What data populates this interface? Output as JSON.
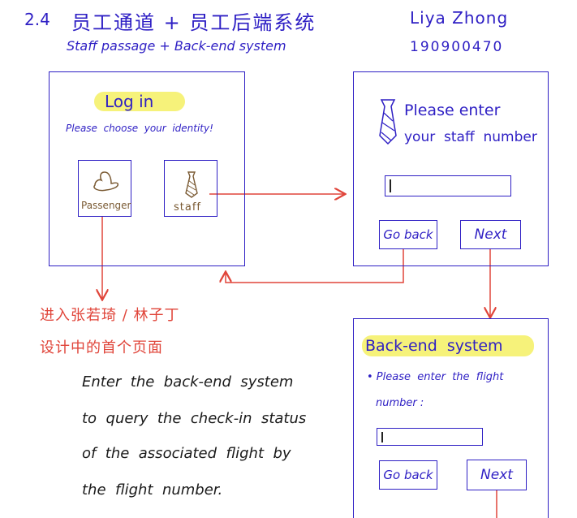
{
  "header": {
    "section": "2.4",
    "title_cn": "员工通道 + 员工后端系统",
    "title_en": "Staff passage +  Back-end system",
    "author": "Liya Zhong",
    "student_id": "190900470"
  },
  "login": {
    "title": "Log  in",
    "prompt": "Please  choose  your  identity!",
    "passenger_label": "Passenger",
    "staff_label": "staff"
  },
  "staff_number": {
    "prompt_line1": "Please  enter",
    "prompt_line2": "your  staff  number",
    "input_value": "|",
    "back_label": "Go  back",
    "next_label": "Next"
  },
  "backend": {
    "title": "Back-end  system",
    "prompt_line1": "• Please  enter  the  flight",
    "prompt_line2": "number :",
    "input_value": "|",
    "back_label": "Go  back",
    "next_label": "Next"
  },
  "notes": {
    "cn_line1": "进入张若琦 / 林子丁",
    "cn_line2": "设计中的首个页面",
    "en_line1": "Enter  the  back-end  system",
    "en_line2": "to  query  the  check-in  status",
    "en_line3": "of  the  associated  flight  by",
    "en_line4": "the  flight  number."
  },
  "colors": {
    "ink_blue": "#2e1fc4",
    "arrow_red": "#e0453a",
    "highlight_yellow": "#f6f27a",
    "passenger_brown": "#7a5a33"
  }
}
